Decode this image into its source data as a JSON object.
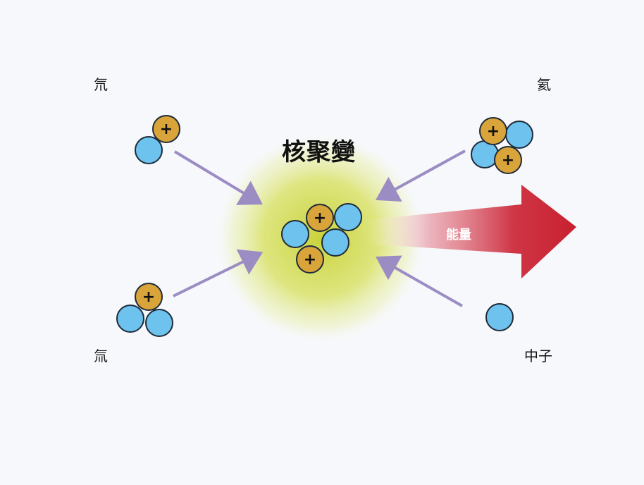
{
  "title": "核聚變",
  "labels": {
    "deuterium_top": "氘",
    "helium": "氦",
    "tritium_bottom": "氚",
    "neutron": "中子",
    "energy": "能量"
  },
  "proton_symbol": "+",
  "colors": {
    "neutron_fill": "#6ec3ee",
    "proton_fill": "#d9a53a",
    "particle_outline": "#1e2a3a",
    "arrow": "#9c8cc4",
    "glow": "#d9e27a",
    "energy_arrow": "#c9263a"
  }
}
